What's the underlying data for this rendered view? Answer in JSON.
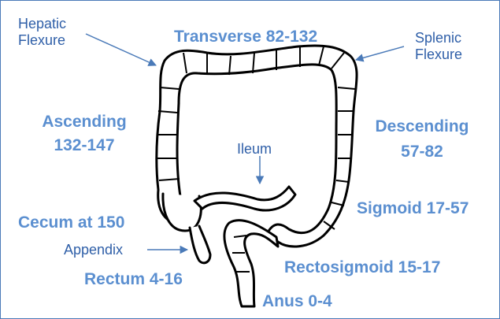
{
  "labels": {
    "hepatic_flexure": [
      "Hepatic",
      "Flexure"
    ],
    "splenic_flexure": [
      "Splenic",
      "Flexure"
    ],
    "transverse": "Transverse  82-132",
    "ascending": [
      "Ascending",
      "132-147"
    ],
    "descending": [
      "Descending",
      "57-82"
    ],
    "ileum": "Ileum",
    "sigmoid": "Sigmoid  17-57",
    "cecum": "Cecum at 150",
    "appendix": "Appendix",
    "rectosigmoid": "Rectosigmoid  15-17",
    "rectum": "Rectum  4-16",
    "anus": "Anus  0-4"
  },
  "colors": {
    "segment_label": "#5b8fd0",
    "annotation_label": "#2f5fa8",
    "arrow": "#4a7ab8",
    "outline": "#000000",
    "frame": "#4a7ab8"
  }
}
